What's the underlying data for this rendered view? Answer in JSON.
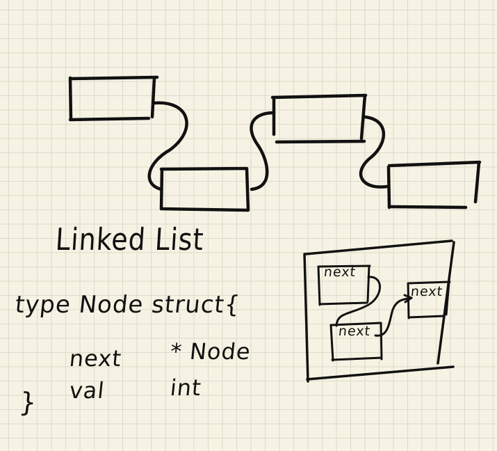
{
  "title": "Linked List",
  "code": {
    "line1": "type Node struct{",
    "field1_name": "next",
    "field1_type": "* Node",
    "field2_name": "val",
    "field2_type": "int",
    "closing": "}"
  },
  "inset_labels": [
    "next",
    "next",
    "next"
  ],
  "ink_color": "#111111",
  "paper_color": "#f6f3e4",
  "grid_color": "#dcdac9"
}
